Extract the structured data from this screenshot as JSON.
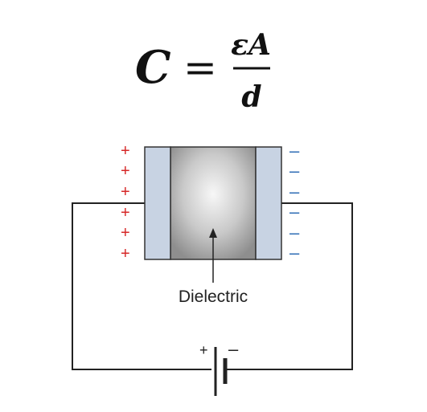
{
  "formula": {
    "lhs": "C",
    "equals": "=",
    "numerator": "εA",
    "denominator": "d"
  },
  "capacitor": {
    "positive_charges": [
      "+",
      "+",
      "+",
      "+",
      "+",
      "+"
    ],
    "negative_charges": [
      "–",
      "–",
      "–",
      "–",
      "–",
      "–"
    ],
    "dielectric_label": "Dielectric"
  },
  "battery": {
    "plus_label": "+",
    "minus_label": "–"
  },
  "colors": {
    "plate_fill": "#c8d3e3",
    "positive_charge": "#d62828",
    "negative_charge": "#2f6db5",
    "wire": "#222222"
  }
}
